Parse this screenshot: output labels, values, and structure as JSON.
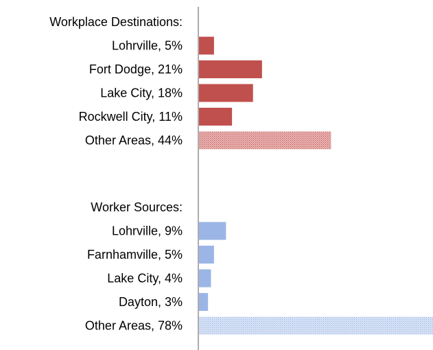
{
  "chart_data": {
    "type": "bar",
    "orientation": "horizontal",
    "grid": false,
    "legend": "none",
    "xlim": [
      0,
      78
    ],
    "groups": [
      {
        "heading": "Workplace Destinations:",
        "color": "#c0504d",
        "rows": [
          {
            "label": "Lohrville, 5%",
            "value": 5
          },
          {
            "label": "Fort Dodge, 21%",
            "value": 21
          },
          {
            "label": "Lake City, 18%",
            "value": 18
          },
          {
            "label": "Rockwell City, 11%",
            "value": 11
          },
          {
            "label": "Other Areas, 44%",
            "value": 44,
            "hatched": true
          }
        ]
      },
      {
        "heading": "Worker Sources:",
        "color": "#9bb6e6",
        "rows": [
          {
            "label": "Lohrville, 9%",
            "value": 9
          },
          {
            "label": "Farnhamville, 5%",
            "value": 5
          },
          {
            "label": "Lake City, 4%",
            "value": 4
          },
          {
            "label": "Dayton, 3%",
            "value": 3
          },
          {
            "label": "Other Areas, 78%",
            "value": 78,
            "hatched": true
          }
        ]
      }
    ]
  }
}
